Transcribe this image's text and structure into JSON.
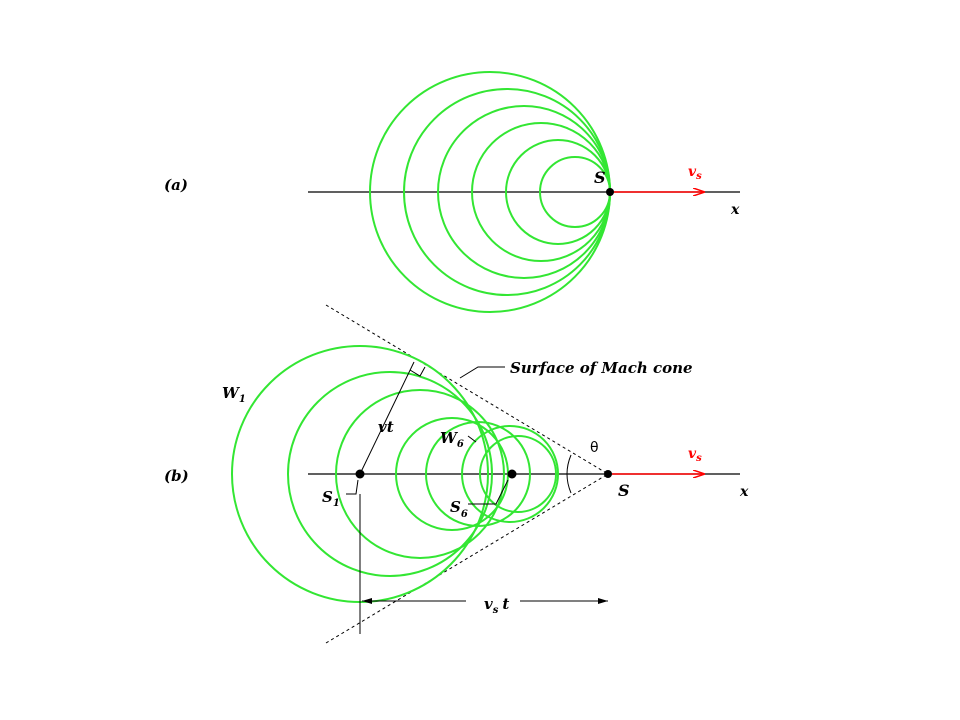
{
  "panel_a": {
    "label": "(a)",
    "source_label": "S",
    "velocity_label": "v",
    "velocity_sub": "s",
    "axis_label": "x"
  },
  "panel_b": {
    "label": "(b)",
    "cone_label": "Surface of Mach cone",
    "wave1_label": "W",
    "wave1_sub": "1",
    "wave6_label": "W",
    "wave6_sub": "6",
    "radius_label": "vt",
    "theta_label": "θ",
    "velocity_label": "v",
    "velocity_sub": "s",
    "source_label": "S",
    "axis_label": "x",
    "s1_label": "S",
    "s1_sub": "1",
    "s6_label": "S",
    "s6_sub": "6",
    "distance_label": "v",
    "distance_sub": "s",
    "distance_tail": "t"
  },
  "colors": {
    "wavefront": "#33e633",
    "velocity": "#ff0000",
    "lines": "#000000"
  }
}
